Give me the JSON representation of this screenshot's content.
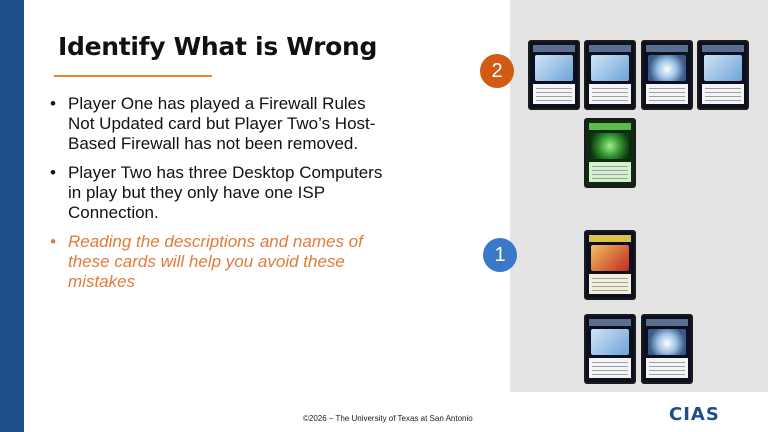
{
  "slide": {
    "title": "Identify What is Wrong",
    "bullets": [
      {
        "text": "Player One has played a Firewall Rules Not Updated card but Player Two’s Host-Based Firewall has not been removed.",
        "style": "normal"
      },
      {
        "text": "Player Two has three Desktop Computers in play but they only have one ISP Connection.",
        "style": "normal"
      },
      {
        "text": "Reading the descriptions and names of these cards will help you avoid these mistakes",
        "style": "hint"
      }
    ],
    "bullet_symbol": "•"
  },
  "markers": {
    "player_two": "2",
    "player_one": "1"
  },
  "cards": [
    {
      "name": "card-desktop-computer",
      "art": "blue"
    },
    {
      "name": "card-desktop-computer",
      "art": "blue"
    },
    {
      "name": "card-isp-connection",
      "art": "cloud"
    },
    {
      "name": "card-desktop-computer",
      "art": "blue"
    },
    {
      "name": "card-host-based-firewall",
      "art": "green"
    },
    {
      "name": "card-firewall-rules-not-updated",
      "art": "red"
    },
    {
      "name": "card-desktop-computer",
      "art": "blue"
    },
    {
      "name": "card-isp-connection",
      "art": "cloud"
    }
  ],
  "footer": {
    "copyright": "©2026 – The University of Texas at San Antonio",
    "logo": "CIAS"
  },
  "colors": {
    "accent_blue": "#1f4e8c",
    "accent_orange": "#e07b39",
    "marker_orange": "#d25a12",
    "marker_blue": "#3a78c8"
  }
}
